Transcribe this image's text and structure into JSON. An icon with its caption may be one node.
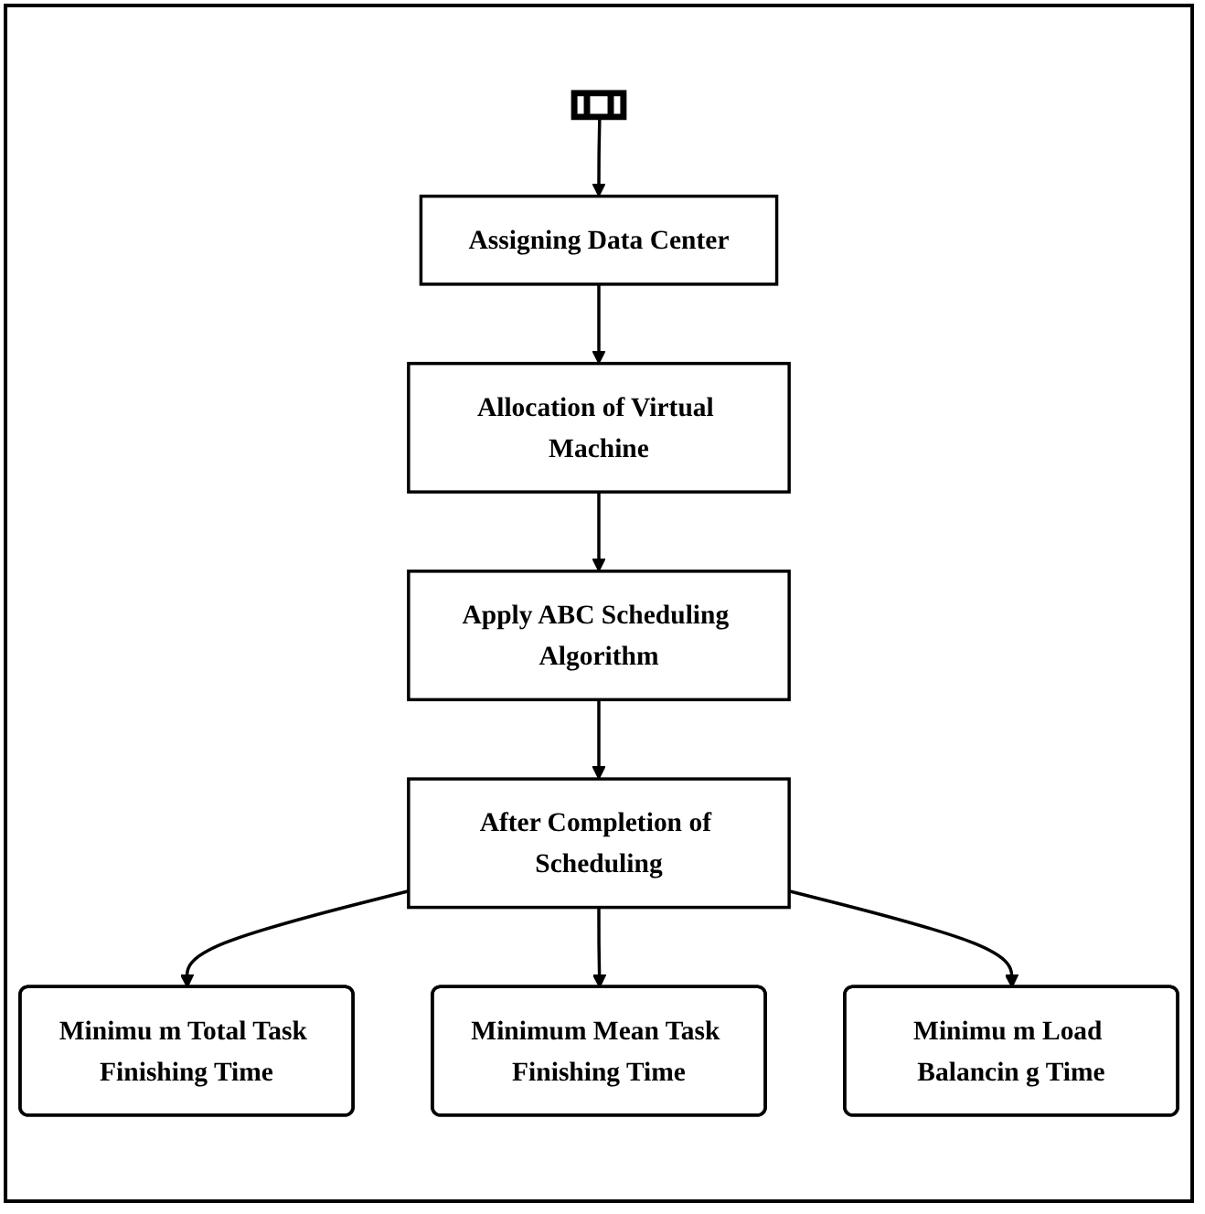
{
  "diagram": {
    "nodes": [
      {
        "text": [],
        "shape": "bar"
      },
      {
        "text": [
          "Assigning Data Center"
        ]
      },
      {
        "text": [
          "Allocation of Virtual Machine"
        ]
      },
      {
        "text": [
          "Apply ABC Scheduling Algorithm"
        ]
      },
      {
        "text": [
          "After Completion of Scheduling"
        ]
      },
      {
        "text": [
          "Minimu m Total Task Finishing Time"
        ]
      },
      {
        "text": [
          "Minimum Mean Task Finishing Time"
        ]
      },
      {
        "text": [
          "Minimu m Load Balancin g Time"
        ]
      }
    ],
    "edges": [
      {
        "from": 0,
        "to": 1,
        "arrow": "to"
      },
      {
        "from": 1,
        "to": 2,
        "arrow": "to"
      },
      {
        "from": 2,
        "to": 3,
        "arrow": "to"
      },
      {
        "from": 3,
        "to": 4,
        "arrow": "to"
      },
      {
        "from": 4,
        "to": 5,
        "arrow": "to"
      },
      {
        "from": 4,
        "to": 6,
        "arrow": "to"
      },
      {
        "from": 4,
        "to": 7,
        "arrow": "to"
      }
    ]
  }
}
